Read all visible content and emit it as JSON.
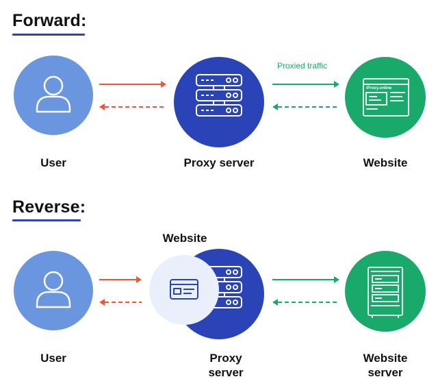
{
  "forward": {
    "heading": "Forward:",
    "caption": "Proxied traffic",
    "user_label": "User",
    "proxy_label": "Proxy server",
    "website_label": "Website",
    "website_brand": "iProxy.online"
  },
  "reverse": {
    "heading": "Reverse:",
    "website_overlay_label": "Website",
    "user_label": "User",
    "proxy_label_line1": "Proxy",
    "proxy_label_line2": "server",
    "server_label_line1": "Website",
    "server_label_line2": "server"
  },
  "colors": {
    "user_circle": "#6a96e0",
    "proxy_circle": "#2a44b8",
    "website_circle": "#19a96b",
    "overlay_circle": "#e9f0fb",
    "request_arrow": "#f0553a",
    "response_arrow_left": "#f0553a",
    "traffic_arrow": "#19a96b",
    "heading_underline": "#2a44b8"
  }
}
